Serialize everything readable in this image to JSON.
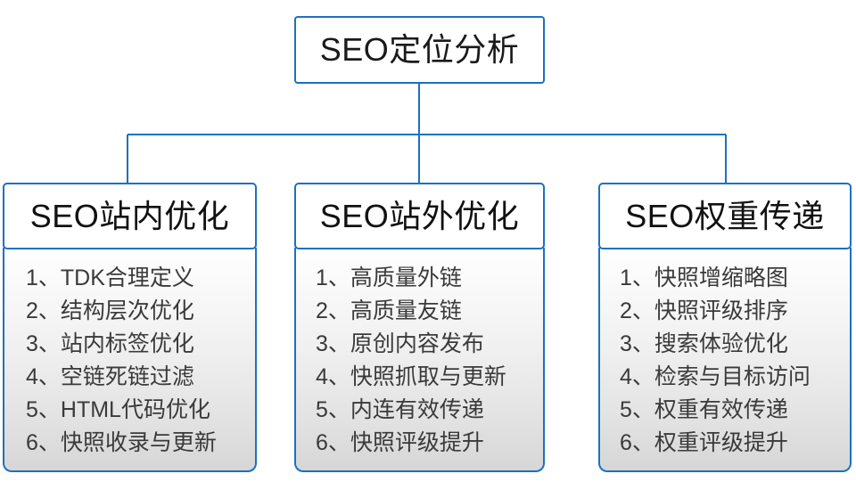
{
  "root": {
    "title": "SEO定位分析"
  },
  "branches": [
    {
      "title": "SEO站内优化",
      "items": [
        "1、TDK合理定义",
        "2、结构层次优化",
        "3、站内标签优化",
        "4、空链死链过滤",
        "5、HTML代码优化",
        "6、快照收录与更新"
      ]
    },
    {
      "title": "SEO站外优化",
      "items": [
        "1、高质量外链",
        "2、高质量友链",
        "3、原创内容发布",
        "4、快照抓取与更新",
        "5、内连有效传递",
        "6、快照评级提升"
      ]
    },
    {
      "title": "SEO权重传递",
      "items": [
        "1、快照增缩略图",
        "2、快照评级排序",
        "3、搜索体验优化",
        "4、检索与目标访问",
        "5、权重有效传递",
        "6、权重评级提升"
      ]
    }
  ],
  "colors": {
    "border": "#1a72c0",
    "connector": "#1a72c0",
    "title_text": "#111111",
    "list_text": "#3a3a3a",
    "background": "#ffffff"
  }
}
